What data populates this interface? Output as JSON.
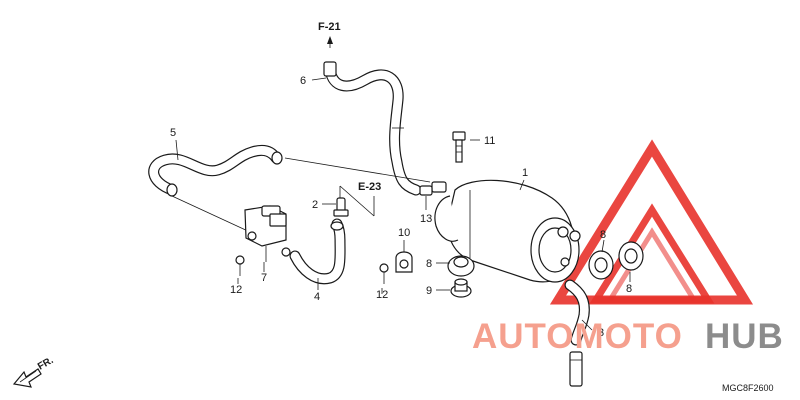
{
  "diagram": {
    "code": "MGC8F2600",
    "front_marker": "FR.",
    "references": {
      "f21": "F-21",
      "e23": "E-23"
    },
    "callouts": {
      "c1": "1",
      "c2": "2",
      "c3": "3",
      "c4": "4",
      "c5": "5",
      "c6": "6",
      "c7": "7",
      "c8a": "8",
      "c8b": "8",
      "c8c": "8",
      "c9": "9",
      "c10": "10",
      "c11": "11",
      "c12a": "12",
      "c12b": "12",
      "c13": "13"
    }
  },
  "watermark": {
    "text_a": "AUTOMOTO",
    "text_b": "HUB",
    "color_a": "#f5a08e",
    "color_b": "#8c8c8c",
    "triangle_color": "#e8322b"
  }
}
